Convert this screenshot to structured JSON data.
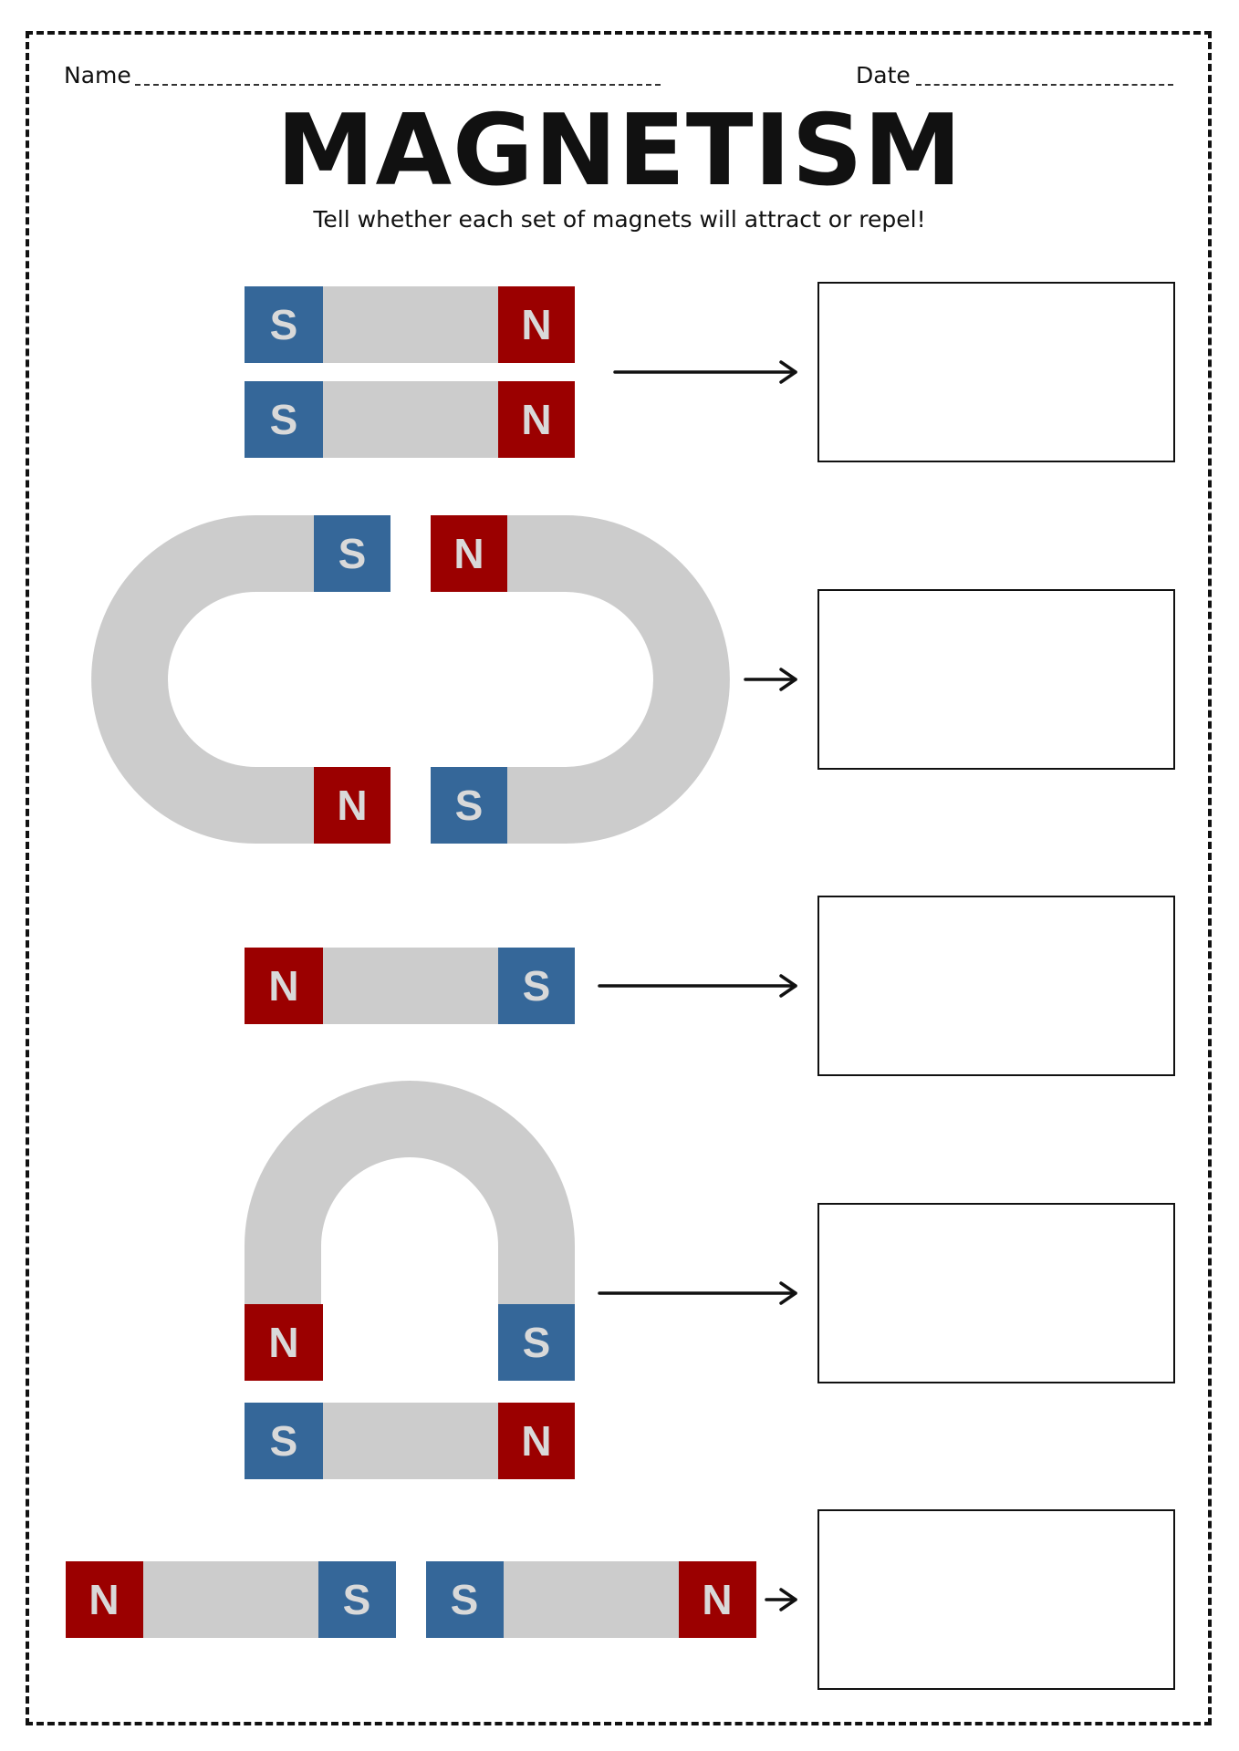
{
  "header": {
    "name_label": "Name",
    "date_label": "Date"
  },
  "title": "MAGNETISM",
  "instructions": "Tell whether each set of magnets will attract or repel!",
  "colors": {
    "south": "#356799",
    "north": "#9b0000",
    "body": "#cccccc",
    "pole_text": "#d9d9d9",
    "ink": "#111111"
  },
  "questions": [
    {
      "id": 1,
      "magnets": [
        {
          "shape": "bar",
          "poles": [
            "S",
            "N"
          ]
        },
        {
          "shape": "bar",
          "poles": [
            "S",
            "N"
          ]
        }
      ]
    },
    {
      "id": 2,
      "magnets": [
        {
          "shape": "horseshoe-left",
          "poles": [
            "S",
            "N"
          ]
        },
        {
          "shape": "horseshoe-right",
          "poles": [
            "N",
            "S"
          ]
        }
      ]
    },
    {
      "id": 3,
      "magnets": [
        {
          "shape": "bar",
          "poles": [
            "N",
            "S"
          ]
        }
      ]
    },
    {
      "id": 4,
      "magnets": [
        {
          "shape": "horseshoe-up",
          "poles": [
            "N",
            "S"
          ]
        },
        {
          "shape": "bar",
          "poles": [
            "S",
            "N"
          ]
        }
      ]
    },
    {
      "id": 5,
      "magnets": [
        {
          "shape": "bar",
          "poles": [
            "N",
            "S"
          ]
        },
        {
          "shape": "bar",
          "poles": [
            "S",
            "N"
          ]
        }
      ]
    }
  ]
}
